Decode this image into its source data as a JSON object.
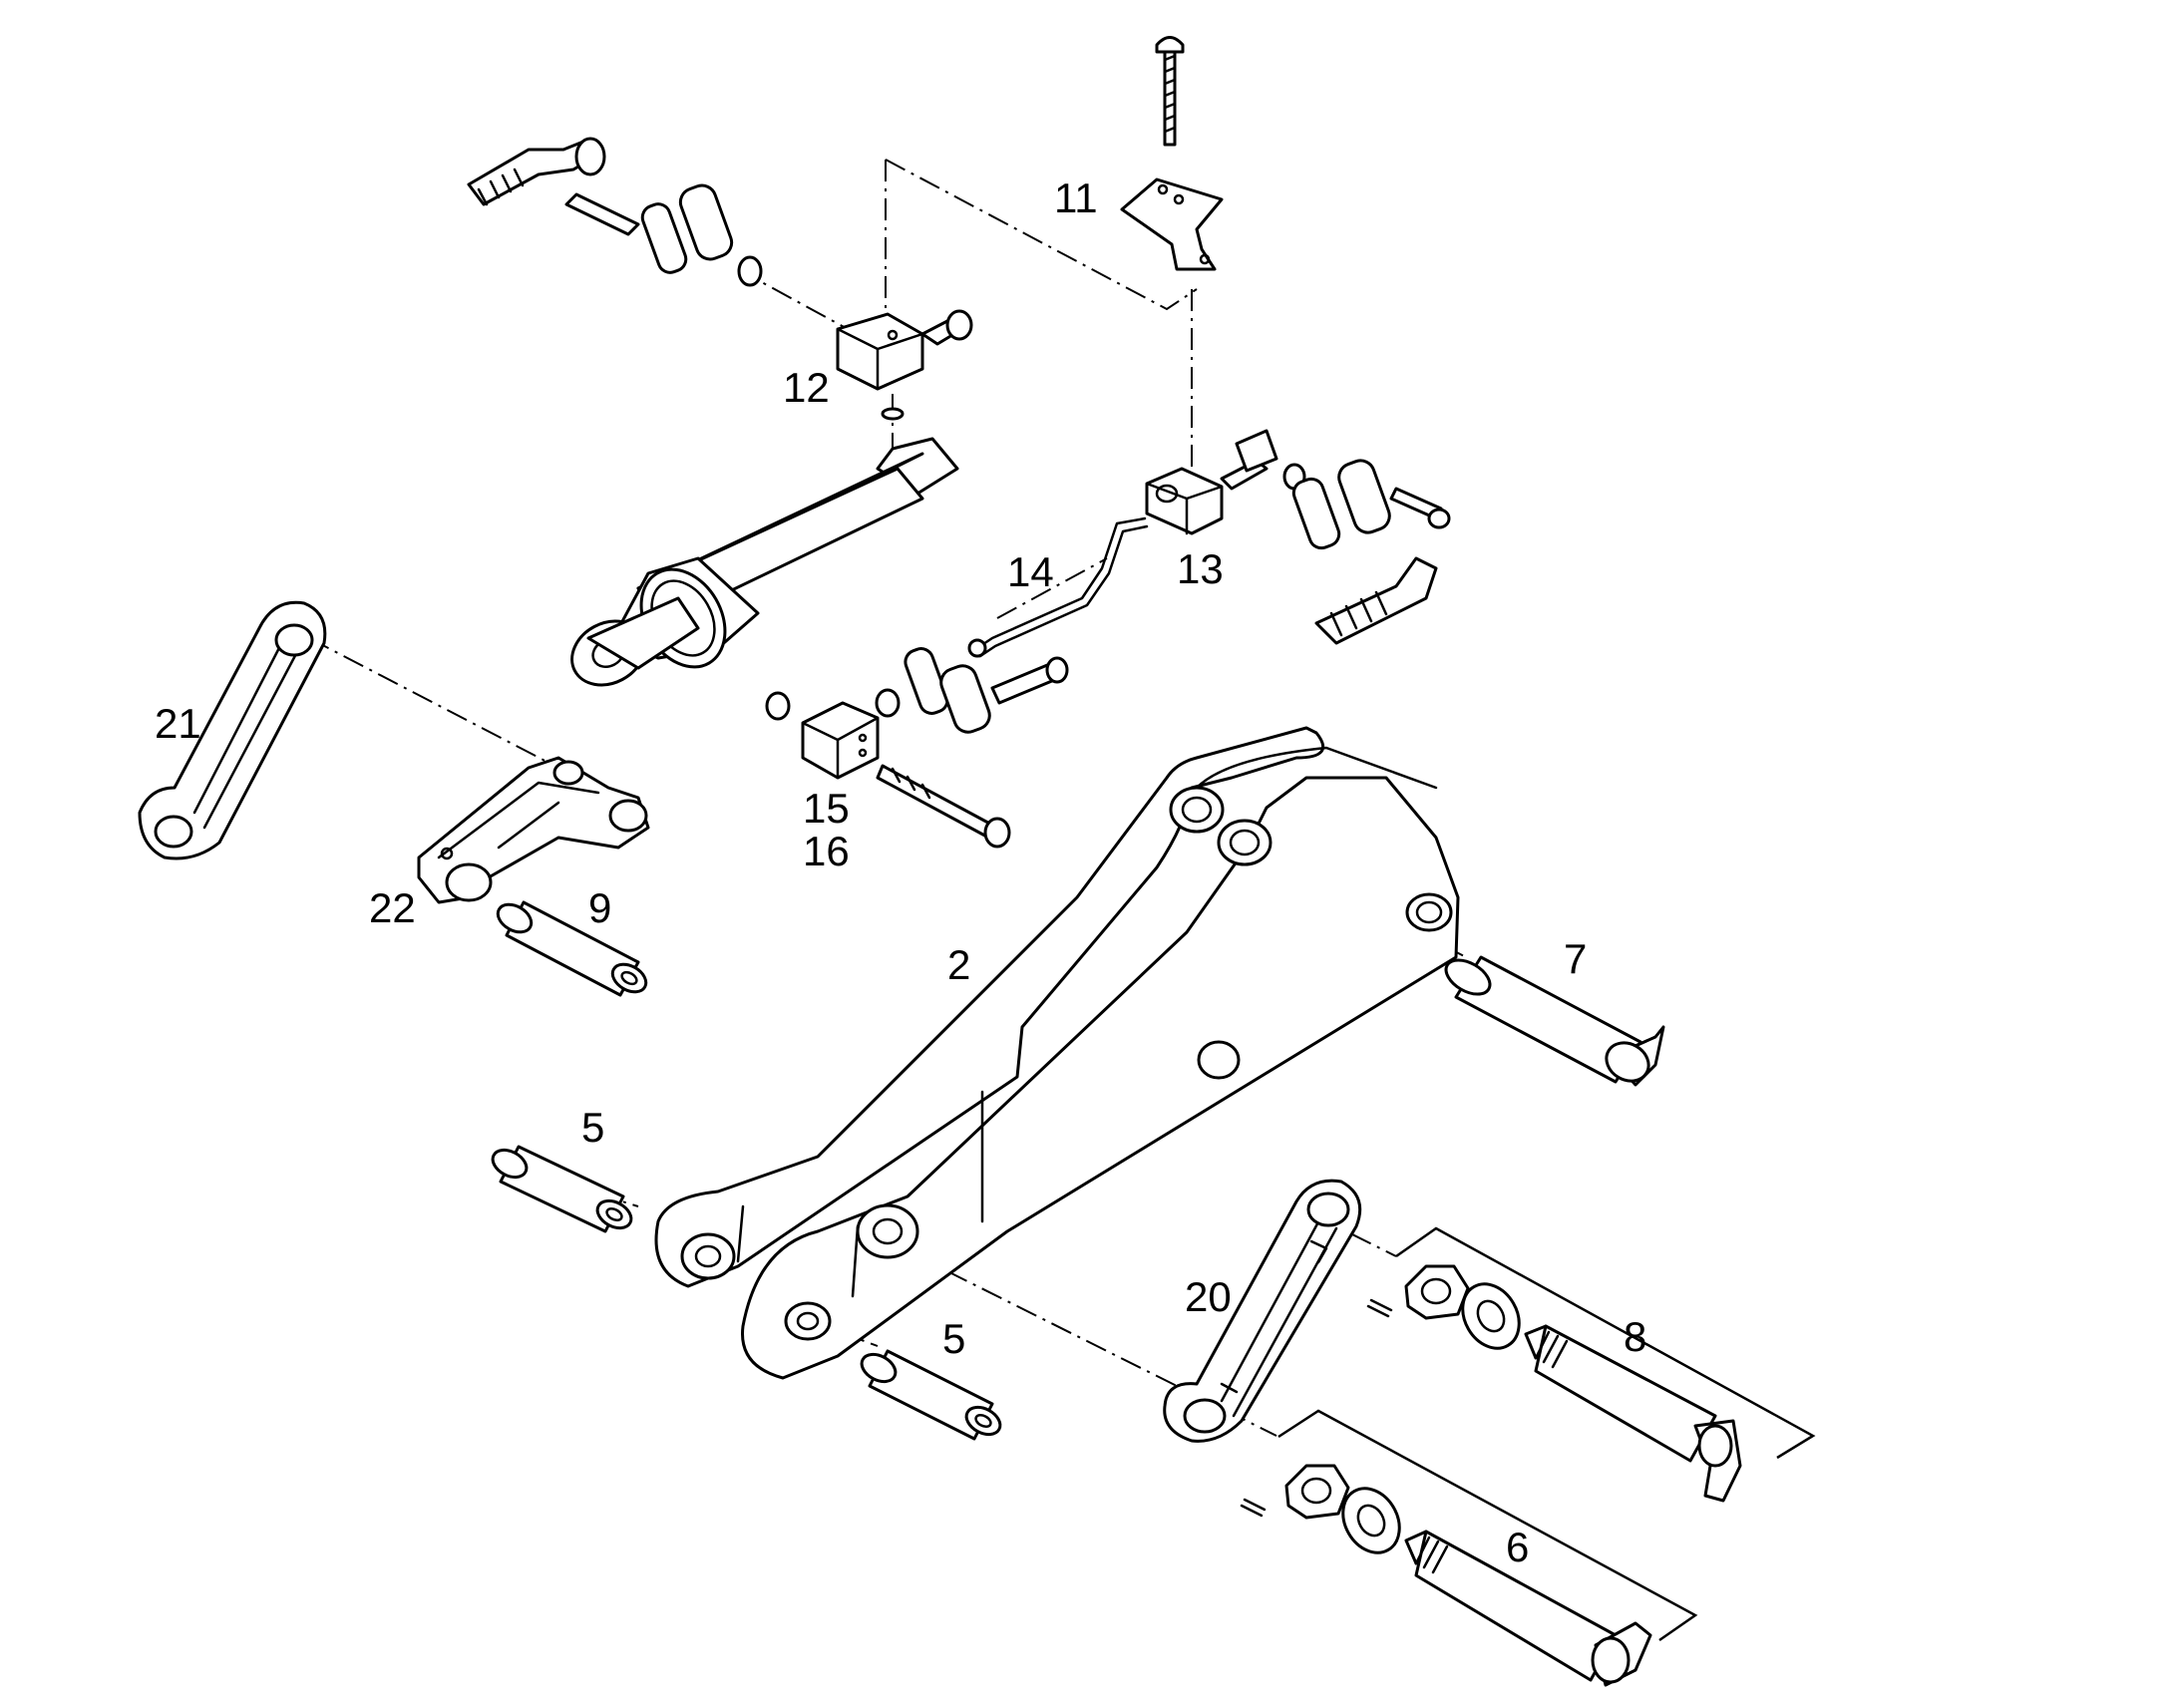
{
  "callouts": [
    {
      "id": "c2",
      "text": "2"
    },
    {
      "id": "c5a",
      "text": "5"
    },
    {
      "id": "c5b",
      "text": "5"
    },
    {
      "id": "c6",
      "text": "6"
    },
    {
      "id": "c7",
      "text": "7"
    },
    {
      "id": "c8",
      "text": "8"
    },
    {
      "id": "c9",
      "text": "9"
    },
    {
      "id": "c11",
      "text": "11"
    },
    {
      "id": "c12",
      "text": "12"
    },
    {
      "id": "c13",
      "text": "13"
    },
    {
      "id": "c14",
      "text": "14"
    },
    {
      "id": "c15",
      "text": "15"
    },
    {
      "id": "c16",
      "text": "16"
    },
    {
      "id": "c20",
      "text": "20"
    },
    {
      "id": "c21",
      "text": "21"
    },
    {
      "id": "c22",
      "text": "22"
    }
  ]
}
